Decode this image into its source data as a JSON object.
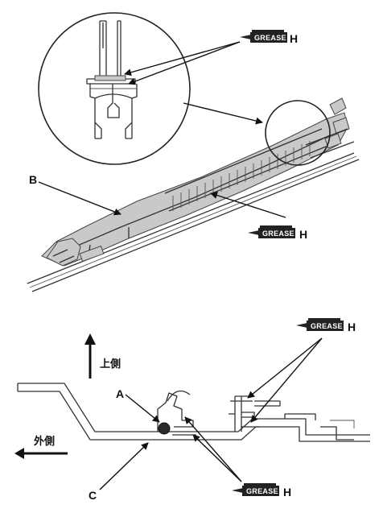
{
  "labels": {
    "b": "B",
    "a": "A",
    "c": "C",
    "upper_side": "上側",
    "outer_side": "外側"
  },
  "grease_marker": {
    "text": "GREASE",
    "suffix": "H"
  }
}
